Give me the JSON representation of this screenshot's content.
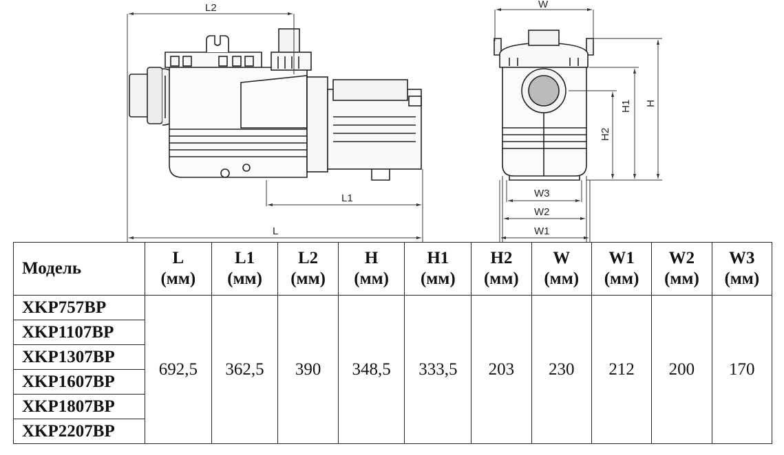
{
  "drawing": {
    "side_labels": {
      "L": "L",
      "L1": "L1",
      "L2": "L2"
    },
    "front_labels": {
      "W": "W",
      "W1": "W1",
      "W2": "W2",
      "W3": "W3",
      "H": "H",
      "H1": "H1",
      "H2": "H2"
    }
  },
  "table": {
    "model_header": "Модель",
    "columns": [
      {
        "name": "L",
        "unit": "(мм)"
      },
      {
        "name": "L1",
        "unit": "(мм)"
      },
      {
        "name": "L2",
        "unit": "(мм)"
      },
      {
        "name": "H",
        "unit": "(мм)"
      },
      {
        "name": "H1",
        "unit": "(мм)"
      },
      {
        "name": "H2",
        "unit": "(мм)"
      },
      {
        "name": "W",
        "unit": "(мм)"
      },
      {
        "name": "W1",
        "unit": "(мм)"
      },
      {
        "name": "W2",
        "unit": "(мм)"
      },
      {
        "name": "W3",
        "unit": "(мм)"
      }
    ],
    "models": [
      "XKP757BP",
      "XKP1107BP",
      "XKP1307BP",
      "XKP1607BP",
      "XKP1807BP",
      "XKP2207BP"
    ],
    "values": [
      "692,5",
      "362,5",
      "390",
      "348,5",
      "333,5",
      "203",
      "230",
      "212",
      "200",
      "170"
    ]
  }
}
